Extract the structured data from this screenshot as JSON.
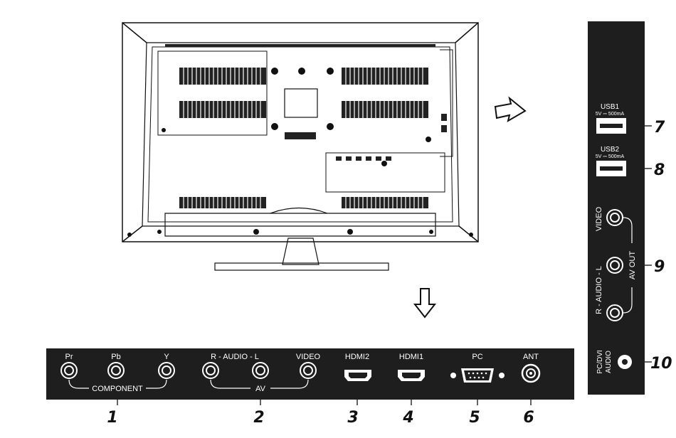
{
  "bottom_panel": {
    "labels": {
      "pr": "Pr",
      "pb": "Pb",
      "y": "Y",
      "component": "COMPONENT",
      "audio": "R - AUDIO - L",
      "av": "AV",
      "video": "VIDEO",
      "hdmi2": "HDMI2",
      "hdmi1": "HDMI1",
      "pc": "PC",
      "ant": "ANT"
    }
  },
  "side_panel": {
    "labels": {
      "usb1": "USB1",
      "usb1_rating": "5V ⎓ 500mA",
      "usb2": "USB2",
      "usb2_rating": "5V ⎓ 500mA",
      "video": "VIDEO",
      "av_out": "AV OUT",
      "audio": "R - AUDIO - L",
      "pc_dvi_audio_line1": "PC/DVI",
      "pc_dvi_audio_line2": "AUDIO"
    }
  },
  "callouts": {
    "n1": "1",
    "n2": "2",
    "n3": "3",
    "n4": "4",
    "n5": "5",
    "n6": "6",
    "n7": "7",
    "n8": "8",
    "n9": "9",
    "n10": "10"
  },
  "colors": {
    "panel": "#1e1e1e",
    "line": "#111111",
    "label": "#ffffff"
  },
  "icons": {
    "arrow_right": "hollow-arrow-right-icon",
    "arrow_down": "hollow-arrow-down-icon"
  }
}
